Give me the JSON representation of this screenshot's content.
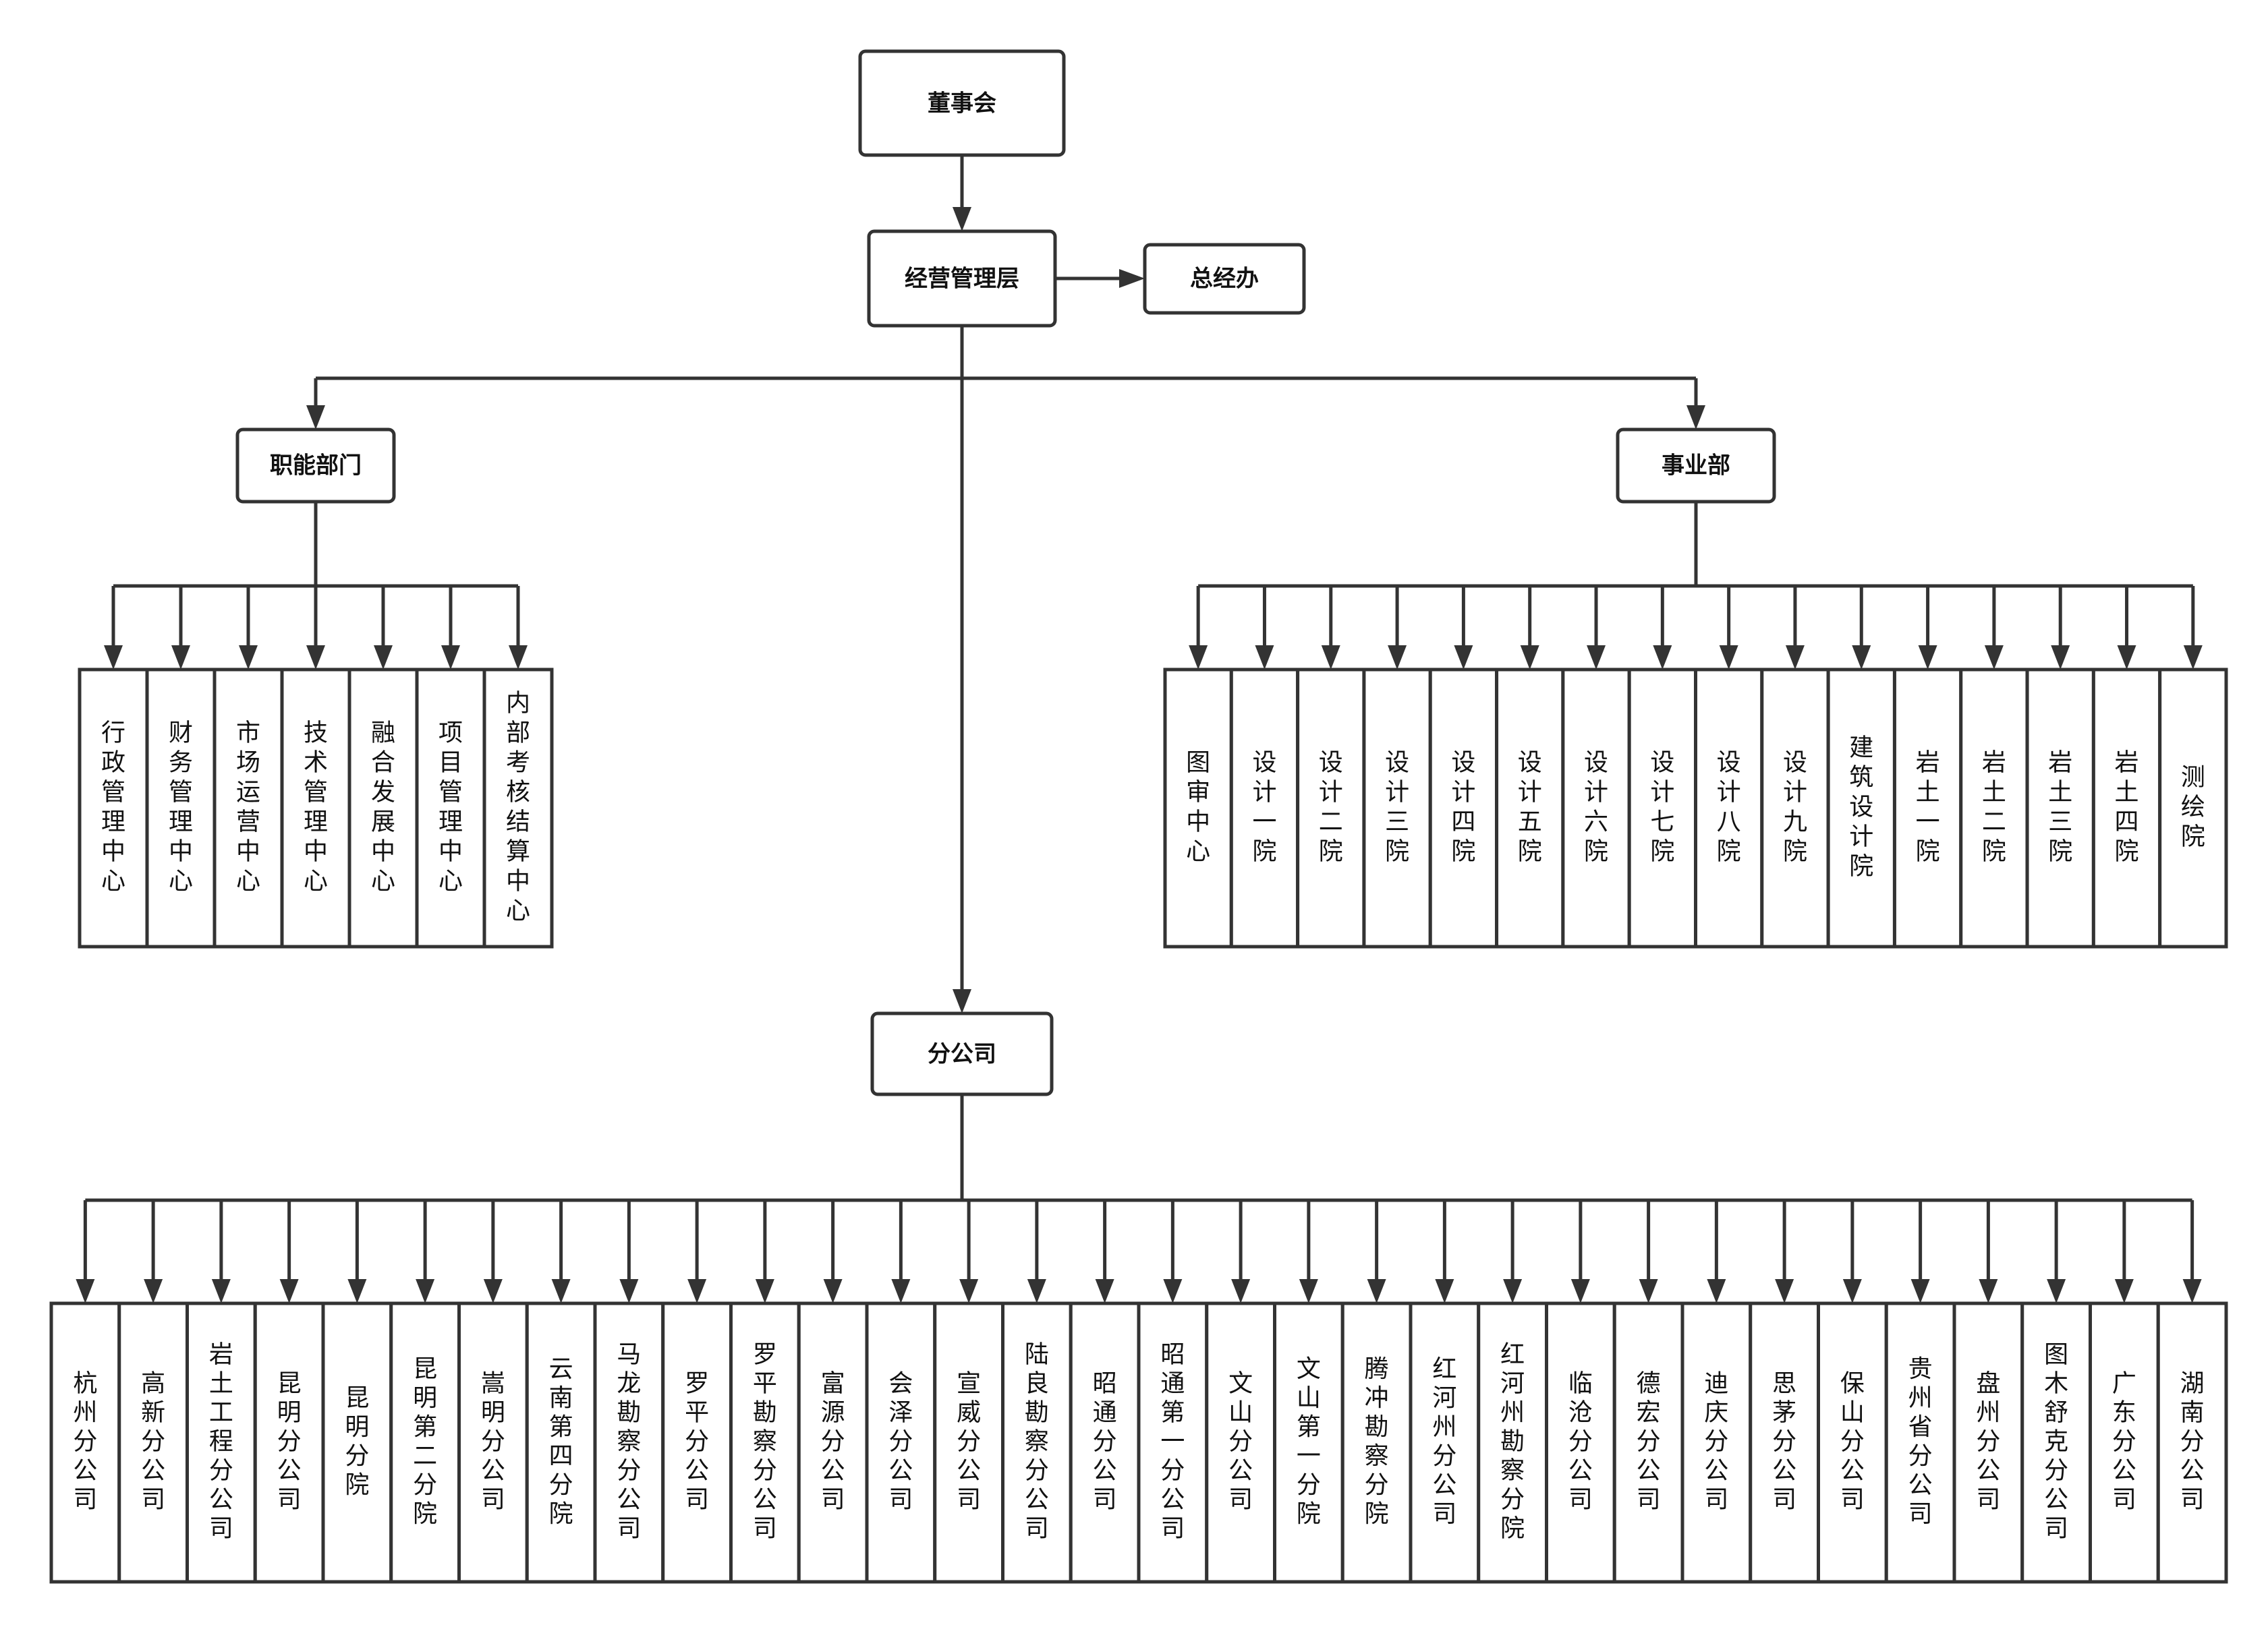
{
  "nodes": {
    "board": "董事会",
    "management": "经营管理层",
    "gm_office": "总经办",
    "functional": "职能部门",
    "business": "事业部",
    "branches": "分公司"
  },
  "functional_departments": [
    "行政管理中心",
    "财务管理中心",
    "市场运营中心",
    "技术管理中心",
    "融合发展中心",
    "项目管理中心",
    "内部考核结算中心"
  ],
  "business_units": [
    "图审中心",
    "设计一院",
    "设计二院",
    "设计三院",
    "设计四院",
    "设计五院",
    "设计六院",
    "设计七院",
    "设计八院",
    "设计九院",
    "建筑设计院",
    "岩土一院",
    "岩土二院",
    "岩土三院",
    "岩土四院",
    "测绘院"
  ],
  "branch_offices": [
    "杭州分公司",
    "高新分公司",
    "岩土工程分公司",
    "昆明分公司",
    "昆明分院",
    "昆明第二分院",
    "嵩明分公司",
    "云南第四分院",
    "马龙勘察分公司",
    "罗平分公司",
    "罗平勘察分公司",
    "富源分公司",
    "会泽分公司",
    "宣威分公司",
    "陆良勘察分公司",
    "昭通分公司",
    "昭通第一分公司",
    "文山分公司",
    "文山第一分院",
    "腾冲勘察分院",
    "红河州分公司",
    "红河州勘察分院",
    "临沧分公司",
    "德宏分公司",
    "迪庆分公司",
    "思茅分公司",
    "保山分公司",
    "贵州省分公司",
    "盘州分公司",
    "图木舒克分公司",
    "广东分公司",
    "湖南分公司"
  ]
}
